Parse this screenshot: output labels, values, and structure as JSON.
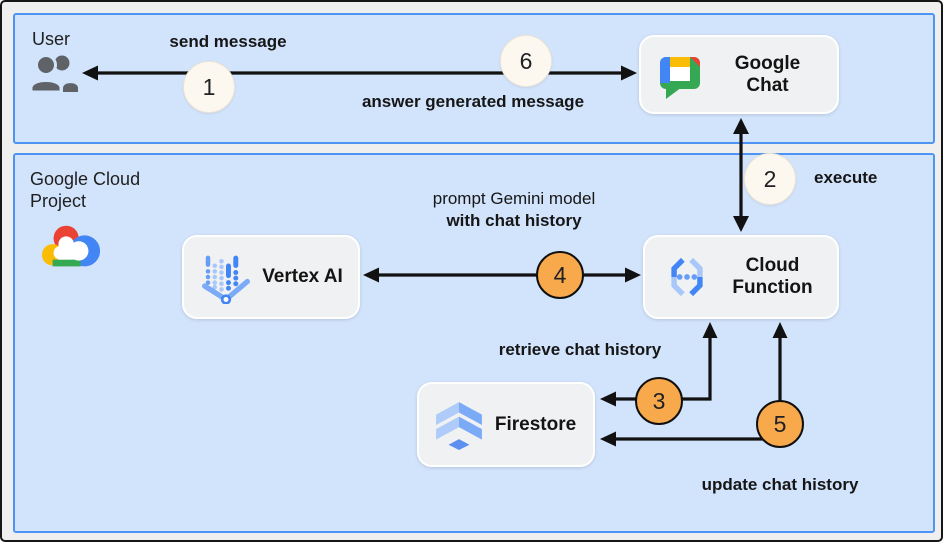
{
  "sections": {
    "user": {
      "label": "User"
    },
    "gcp": {
      "label": "Google Cloud Project"
    }
  },
  "nodes": {
    "google_chat": {
      "label": "Google Chat"
    },
    "vertex_ai": {
      "label": "Vertex AI"
    },
    "cloud_function": {
      "label": "Cloud Function"
    },
    "firestore": {
      "label": "Firestore"
    }
  },
  "steps": {
    "s1": {
      "num": "1",
      "label": "send message"
    },
    "s2": {
      "num": "2",
      "label": "execute"
    },
    "s3": {
      "num": "3",
      "label": "retrieve chat history"
    },
    "s4": {
      "num": "4",
      "label_line1": "prompt Gemini model",
      "label_line2": "with chat history"
    },
    "s5": {
      "num": "5",
      "label": "update chat history"
    },
    "s6": {
      "num": "6",
      "label": "answer generated message"
    }
  },
  "colors": {
    "section_fill": "#d2e3fc",
    "section_border": "#4e94f5",
    "node_fill": "#f0f1f2",
    "badge_white": "#fcf8ef",
    "badge_orange": "#f7a94c",
    "arrow": "#111111"
  }
}
